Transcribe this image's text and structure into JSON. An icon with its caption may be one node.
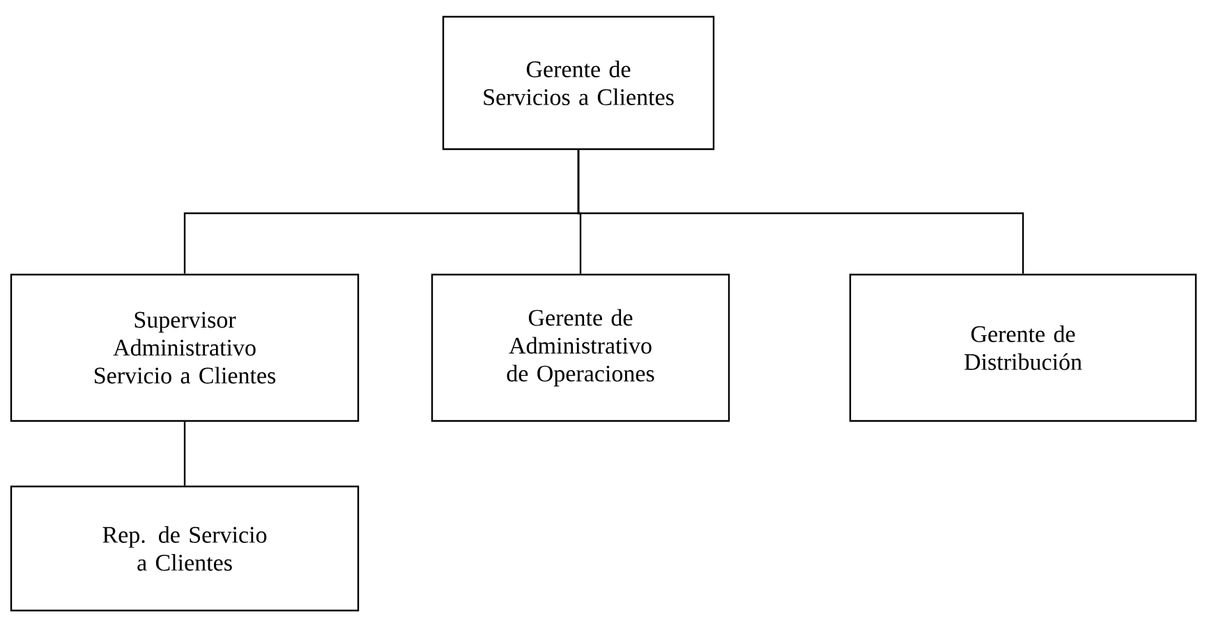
{
  "diagram": {
    "nodes": [
      {
        "text": [
          "Gerente de Servicios a Clientes"
        ]
      },
      {
        "text": [
          "Supervisor Administrativo Servicio a Clientes"
        ]
      },
      {
        "text": [
          "Gerente de Administrativo de Operaciones"
        ]
      },
      {
        "text": [
          "Gerente de Distribución"
        ]
      },
      {
        "text": [
          "Rep. de Servicio a Clientes"
        ]
      }
    ],
    "edges": [
      {
        "from": 0,
        "to": 1,
        "arrow": "none"
      },
      {
        "from": 0,
        "to": 2,
        "arrow": "none"
      },
      {
        "from": 0,
        "to": 3,
        "arrow": "none"
      },
      {
        "from": 1,
        "to": 4,
        "arrow": "none"
      }
    ]
  }
}
